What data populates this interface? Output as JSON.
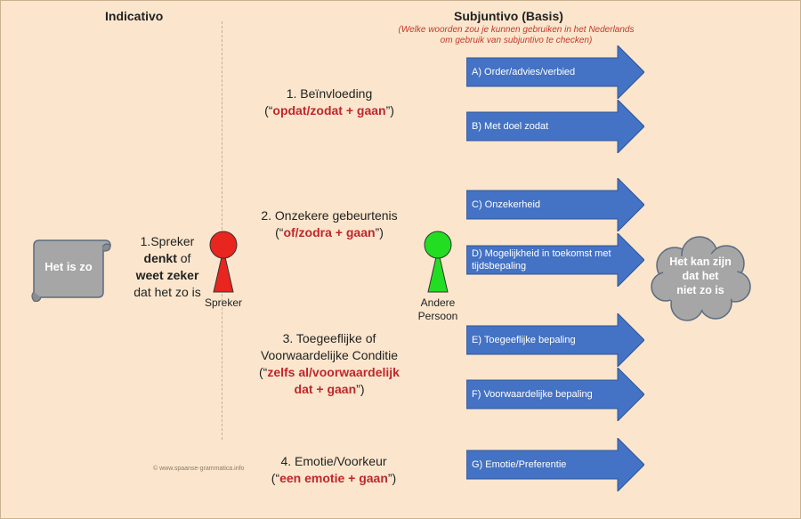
{
  "headings": {
    "indicativo": "Indicativo",
    "subjuntivo": "Subjuntivo (Basis)",
    "note_line1": "(Welke woorden zou je kunnen gebruiken in het Nederlands",
    "note_line2": "om  gebruik van subjuntivo te checken)"
  },
  "scroll_label": "Het is zo",
  "speaker_text": {
    "line1": "1.Spreker",
    "line2_bold": "denkt",
    "line2_rest": " of",
    "line3_bold": "weet zeker",
    "line4": "dat het zo is"
  },
  "figures": {
    "speaker_label": "Spreker",
    "other_label_line1": "Andere",
    "other_label_line2": "Persoon",
    "speaker_color": "#e8251e",
    "other_color": "#22dd22"
  },
  "categories": [
    {
      "title": "1. Beïnvloeding",
      "open": "(“",
      "keyword": "opdat/zodat +  gaan",
      "close": "”)"
    },
    {
      "title": "2. Onzekere gebeurtenis",
      "open": "(“",
      "keyword": "of/zodra + gaan",
      "close": "”)"
    },
    {
      "title_line1": "3. Toegeeflijke of",
      "title_line2": "Voorwaardelijke Conditie",
      "open": "(“",
      "keyword_line1": "zelfs al/voorwaardelijk",
      "keyword_line2": "dat + gaan",
      "close": "”)"
    },
    {
      "title": "4. Emotie/Voorkeur",
      "open": "(“",
      "keyword": "een emotie + gaan",
      "close": "”)"
    }
  ],
  "arrows": [
    {
      "label": "A) Order/advies/verbied"
    },
    {
      "label": "B) Met doel zodat"
    },
    {
      "label": "C) Onzekerheid"
    },
    {
      "label": "D) Mogelijkheid in toekomst met tijdsbepaling"
    },
    {
      "label": "E) Toegeeflijke bepaling"
    },
    {
      "label": "F) Voorwaardelijke bepaling"
    },
    {
      "label": "G) Emotie/Preferentie"
    }
  ],
  "cloud_text": {
    "line1": "Het kan zijn",
    "line2": "dat het",
    "line3": "niet zo is"
  },
  "copyright": "© www.spaanse-grammatica.info",
  "colors": {
    "background": "#fbe6cd",
    "arrow_fill": "#4472c4",
    "scroll_fill": "#a6a6a6",
    "cloud_fill": "#a6a6a6",
    "keyword_red": "#c0262c"
  }
}
